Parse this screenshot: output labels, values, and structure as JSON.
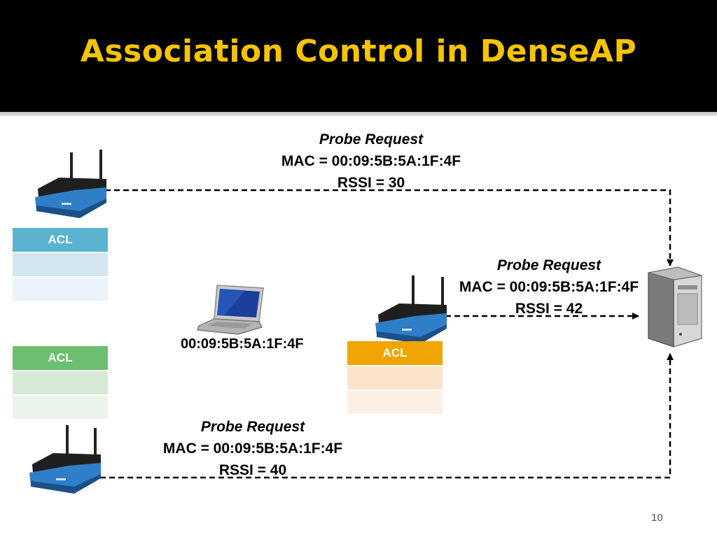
{
  "slide": {
    "title": "Association Control in DenseAP",
    "page_number": "10"
  },
  "probes": {
    "top": {
      "head": "Probe Request",
      "mac": "MAC = 00:09:5B:5A:1F:4F",
      "rssi": "RSSI = 30"
    },
    "middle": {
      "head": "Probe Request",
      "mac": "MAC = 00:09:5B:5A:1F:4F",
      "rssi": "RSSI = 42"
    },
    "bottom": {
      "head": "Probe Request",
      "mac": "MAC = 00:09:5B:5A:1F:4F",
      "rssi": "RSSI = 40"
    }
  },
  "client": {
    "mac": "00:09:5B:5A:1F:4F",
    "icon": "laptop-icon"
  },
  "acl_tables": {
    "top": {
      "header": "ACL",
      "color": "#5bb3cf",
      "row1": "#d3e6ef",
      "row2": "#eaf3f7"
    },
    "bottom": {
      "header": "ACL",
      "color": "#6cbf70",
      "row1": "#d7e9d6",
      "row2": "#ebf4ea"
    },
    "middle": {
      "header": "ACL",
      "color": "#f0a500",
      "row1": "#fbe3ca",
      "row2": "#fcf0e4"
    }
  },
  "icons": {
    "router": "wireless-router-icon",
    "server": "server-icon"
  }
}
